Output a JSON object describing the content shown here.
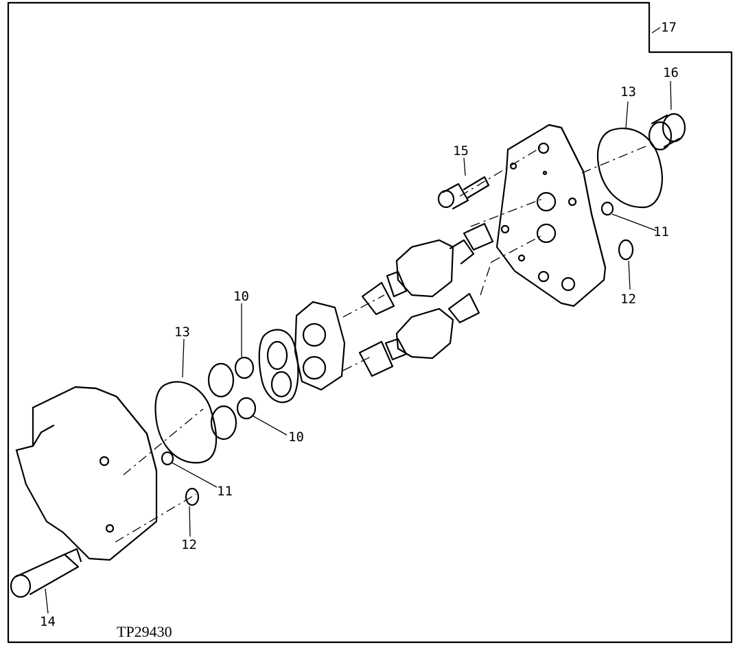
{
  "figure_id": "TP29430",
  "callouts": {
    "c10_upper": "10",
    "c10_lower": "10",
    "c11_right": "11",
    "c11_left": "11",
    "c12_right": "12",
    "c12_left": "12",
    "c13_right": "13",
    "c13_left": "13",
    "c14": "14",
    "c15": "15",
    "c16": "16",
    "c17": "17"
  }
}
